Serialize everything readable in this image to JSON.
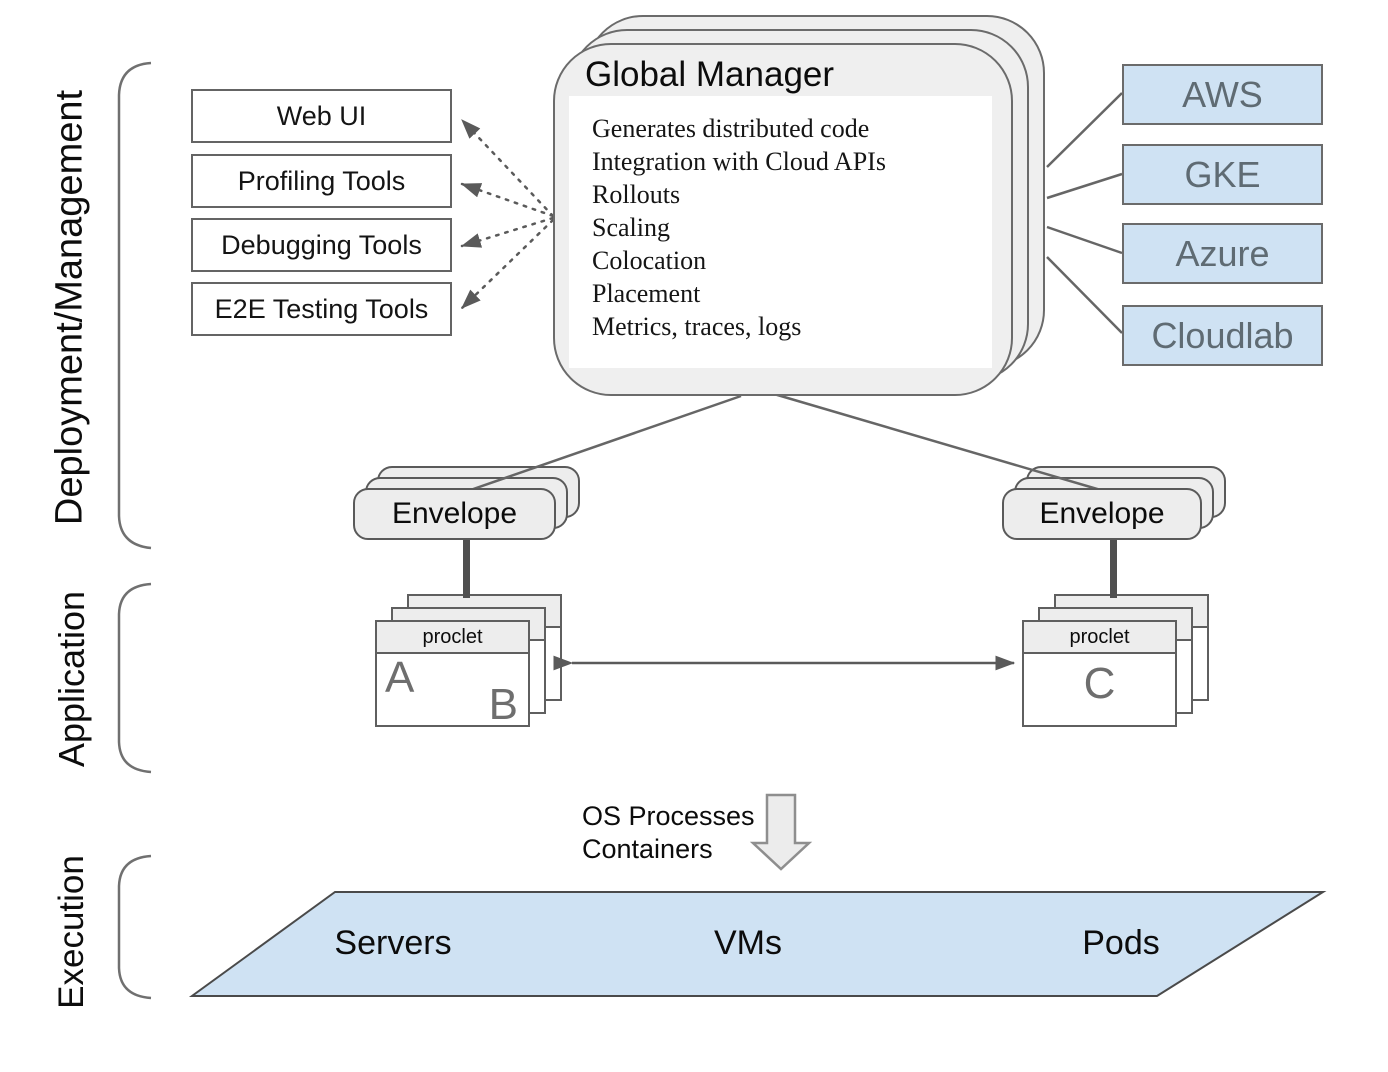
{
  "sections": {
    "deployment": "Deployment/Management",
    "application": "Application",
    "execution": "Execution"
  },
  "tools": [
    "Web UI",
    "Profiling Tools",
    "Debugging Tools",
    "E2E Testing Tools"
  ],
  "global_manager": {
    "title": "Global Manager",
    "features": [
      "Generates distributed code",
      "Integration with Cloud APIs",
      "Rollouts",
      "Scaling",
      "Colocation",
      "Placement",
      "Metrics, traces, logs"
    ]
  },
  "clouds": [
    "AWS",
    "GKE",
    "Azure",
    "Cloudlab"
  ],
  "envelopes": {
    "left": "Envelope",
    "right": "Envelope"
  },
  "proclets": {
    "header": "proclet",
    "left_letter_a": "A",
    "left_letter_b": "B",
    "right_letter_c": "C"
  },
  "execution_layer": {
    "annotation_line1": "OS Processes",
    "annotation_line2": "Containers",
    "platforms": [
      "Servers",
      "VMs",
      "Pods"
    ]
  },
  "colors": {
    "blue_fill": "#cfe2f3",
    "card_fill": "#efefef",
    "border_gray": "#6b6b6b",
    "cloud_text": "#5f6b73",
    "letter_gray": "#6e6e6e",
    "line_gray": "#666666"
  }
}
